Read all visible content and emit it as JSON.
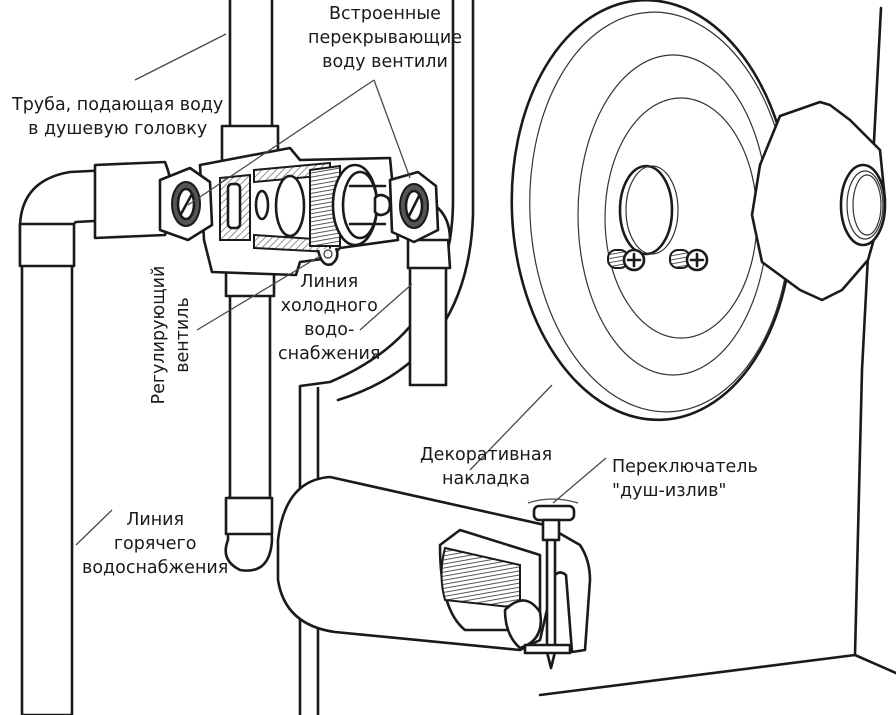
{
  "diagram": {
    "title": "Shower valve plumbing diagram",
    "colors": {
      "line": "#1a1a1a",
      "leader": "#4a4a4a",
      "background": "#ffffff"
    },
    "labels": {
      "shower_pipe": {
        "lines": [
          "Труба, подающая воду",
          "в душевую головку"
        ]
      },
      "shutoff_valves": {
        "lines": [
          "Встроенные",
          "перекрывающие",
          "воду вентили"
        ]
      },
      "control_valve": {
        "lines": [
          "Регулирующий",
          "вентиль"
        ]
      },
      "cold_line": {
        "lines": [
          "Линия",
          "холодного",
          "водо-",
          "снабжения"
        ]
      },
      "hot_line": {
        "lines": [
          "Линия",
          "горячего",
          "водоснабжения"
        ]
      },
      "trim_plate": {
        "lines": [
          "Декоративная",
          "накладка"
        ]
      },
      "diverter": {
        "lines": [
          "Переключатель",
          "\"душ-излив\""
        ]
      }
    },
    "components": [
      {
        "id": "supply-pipe-vertical",
        "icon": "pipe-icon"
      },
      {
        "id": "valve-body",
        "icon": "valve-icon"
      },
      {
        "id": "escutcheon-plate",
        "icon": "plate-icon"
      },
      {
        "id": "handle",
        "icon": "knob-icon"
      },
      {
        "id": "tub-spout",
        "icon": "spout-icon"
      },
      {
        "id": "screw-left",
        "icon": "screw-icon"
      },
      {
        "id": "screw-right",
        "icon": "screw-icon"
      }
    ]
  }
}
